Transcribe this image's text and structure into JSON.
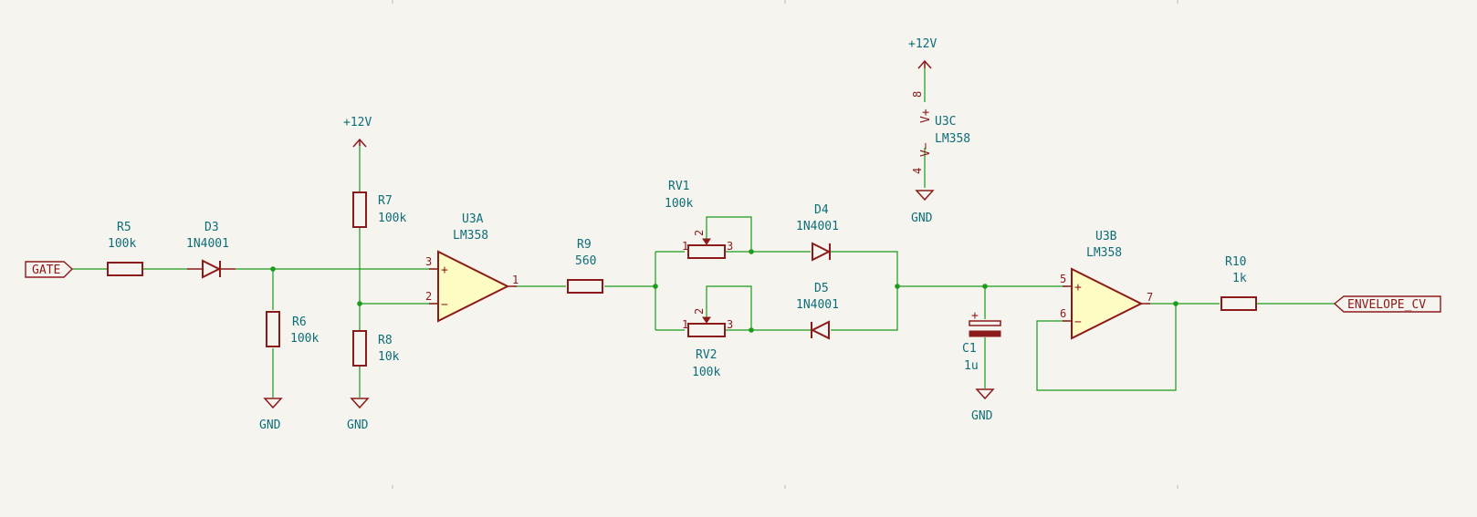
{
  "net_labels": {
    "gate": "GATE",
    "envelope_cv": "ENVELOPE_CV"
  },
  "power": {
    "plus12": "+12V",
    "gnd": "GND"
  },
  "components": {
    "R5": {
      "ref": "R5",
      "value": "100k"
    },
    "D3": {
      "ref": "D3",
      "value": "1N4001"
    },
    "R6": {
      "ref": "R6",
      "value": "100k"
    },
    "R7": {
      "ref": "R7",
      "value": "100k"
    },
    "R8": {
      "ref": "R8",
      "value": "10k"
    },
    "U3A": {
      "ref": "U3A",
      "value": "LM358"
    },
    "R9": {
      "ref": "R9",
      "value": "560"
    },
    "RV1": {
      "ref": "RV1",
      "value": "100k"
    },
    "RV2": {
      "ref": "RV2",
      "value": "100k"
    },
    "D4": {
      "ref": "D4",
      "value": "1N4001"
    },
    "D5": {
      "ref": "D5",
      "value": "1N4001"
    },
    "C1": {
      "ref": "C1",
      "value": "1u"
    },
    "U3B": {
      "ref": "U3B",
      "value": "LM358"
    },
    "R10": {
      "ref": "R10",
      "value": "1k"
    },
    "U3C": {
      "ref": "U3C",
      "value": "LM358"
    }
  },
  "pins": {
    "u3a_plus": "3",
    "u3a_minus": "2",
    "u3a_out": "1",
    "u3b_plus": "5",
    "u3b_minus": "6",
    "u3b_out": "7",
    "u3c_vplus": "8",
    "u3c_vminus": "4",
    "rv_1": "1",
    "rv_2": "2",
    "rv_3": "3"
  },
  "symbols": {
    "plus": "+",
    "minus": "−",
    "vplus": "V+",
    "vminus": "V−"
  }
}
